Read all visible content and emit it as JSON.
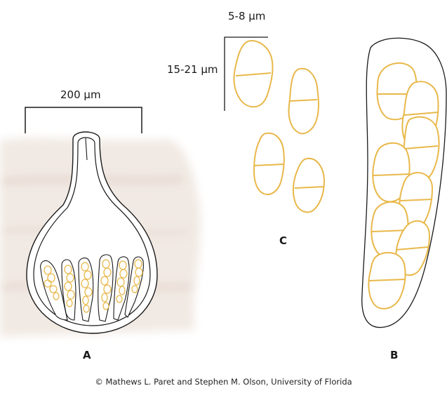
{
  "scales": {
    "a_width": "200 µm",
    "c_width": "5-8 µm",
    "c_length": "15-21 µm"
  },
  "panels": {
    "a": "A",
    "b": "B",
    "c": "C"
  },
  "credit": "© Mathews L. Paret and Stephen M. Olson, University of Florida",
  "colors": {
    "spore": "#e8b84a",
    "outline": "#1a1a1a",
    "tissue": "#efe6df"
  }
}
